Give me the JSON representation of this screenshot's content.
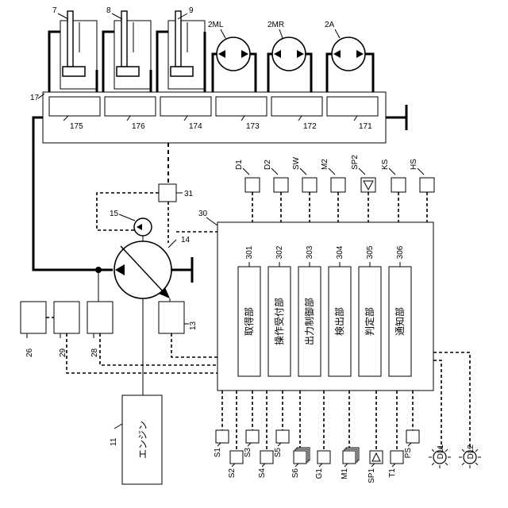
{
  "actuators": {
    "cyl_7": "7",
    "cyl_8": "8",
    "cyl_9": "9",
    "motor_2ml": "2ML",
    "motor_2mr": "2MR",
    "motor_2a": "2A"
  },
  "control_valve": {
    "ref": "17",
    "spools": [
      "175",
      "176",
      "174",
      "173",
      "172",
      "171"
    ]
  },
  "hydraulics": {
    "pilot_pump": "15",
    "main_pump": "14",
    "regulator": "31",
    "engine_ref": "11",
    "engine_label": "エンジン"
  },
  "controller": {
    "ref": "30",
    "units": [
      {
        "ref": "301",
        "label": "取得部"
      },
      {
        "ref": "302",
        "label": "操作受付部"
      },
      {
        "ref": "303",
        "label": "出力制御部"
      },
      {
        "ref": "304",
        "label": "検出部"
      },
      {
        "ref": "305",
        "label": "判定部"
      },
      {
        "ref": "306",
        "label": "通知部"
      }
    ]
  },
  "left_devices": [
    "26",
    "29",
    "28",
    "13"
  ],
  "top_inputs": [
    "D1",
    "D2",
    "SW",
    "M2",
    "SP2",
    "KS",
    "HS"
  ],
  "bottom_io": [
    "S1",
    "S2",
    "S3",
    "S4",
    "S5",
    "S6",
    "G1",
    "M1",
    "SP1",
    "T1",
    "PS"
  ],
  "lamps": [
    "DL1",
    "DL2"
  ]
}
